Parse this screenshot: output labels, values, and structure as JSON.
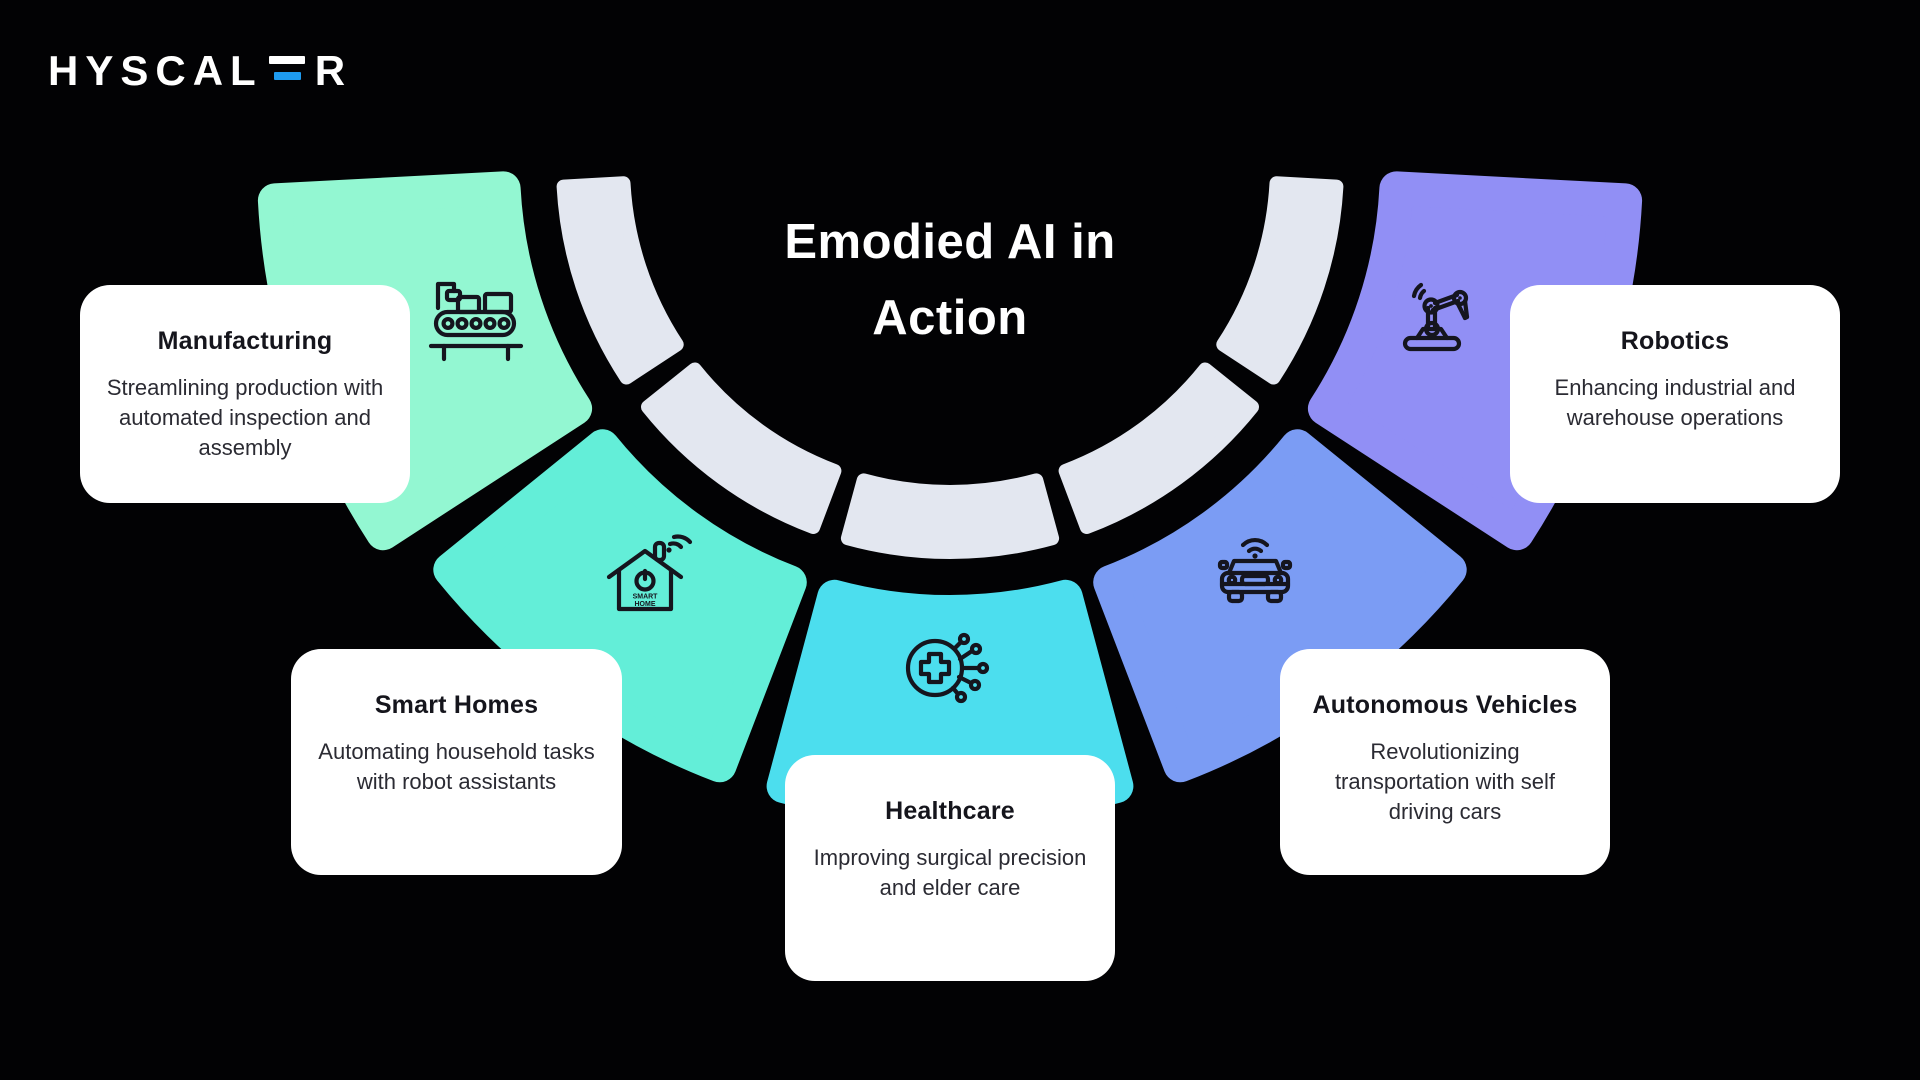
{
  "logo": {
    "text_primary": "HYSCAL",
    "text_suffix": "R",
    "accent_color": "#1e9bf0"
  },
  "title": {
    "line1": "Emodied AI in",
    "line2": "Action"
  },
  "background_color": "#020204",
  "ring_color": "#e3e7f0",
  "icon_stroke_color": "#15151e",
  "segments": [
    {
      "id": "manufacturing",
      "label": "Manufacturing",
      "description": "Streamlining production with automated inspection and assembly",
      "color": "#93f7d2",
      "icon": "factory-conveyor-icon"
    },
    {
      "id": "smart-homes",
      "label": "Smart Homes",
      "description": "Automating household tasks with robot assistants",
      "color": "#63eed8",
      "icon": "smart-home-icon",
      "icon_text_line1": "SMART",
      "icon_text_line2": "HOME"
    },
    {
      "id": "healthcare",
      "label": "Healthcare",
      "description": "Improving surgical precision and elder care",
      "color": "#4cdeee",
      "icon": "medical-cross-circuit-icon"
    },
    {
      "id": "autonomous-vehicles",
      "label": "Autonomous Vehicles",
      "description": "Revolutionizing transportation with self driving cars",
      "color": "#7b9cf4",
      "icon": "connected-car-icon"
    },
    {
      "id": "robotics",
      "label": "Robotics",
      "description": "Enhancing industrial and warehouse operations",
      "color": "#918ff5",
      "icon": "robot-arm-icon"
    }
  ]
}
